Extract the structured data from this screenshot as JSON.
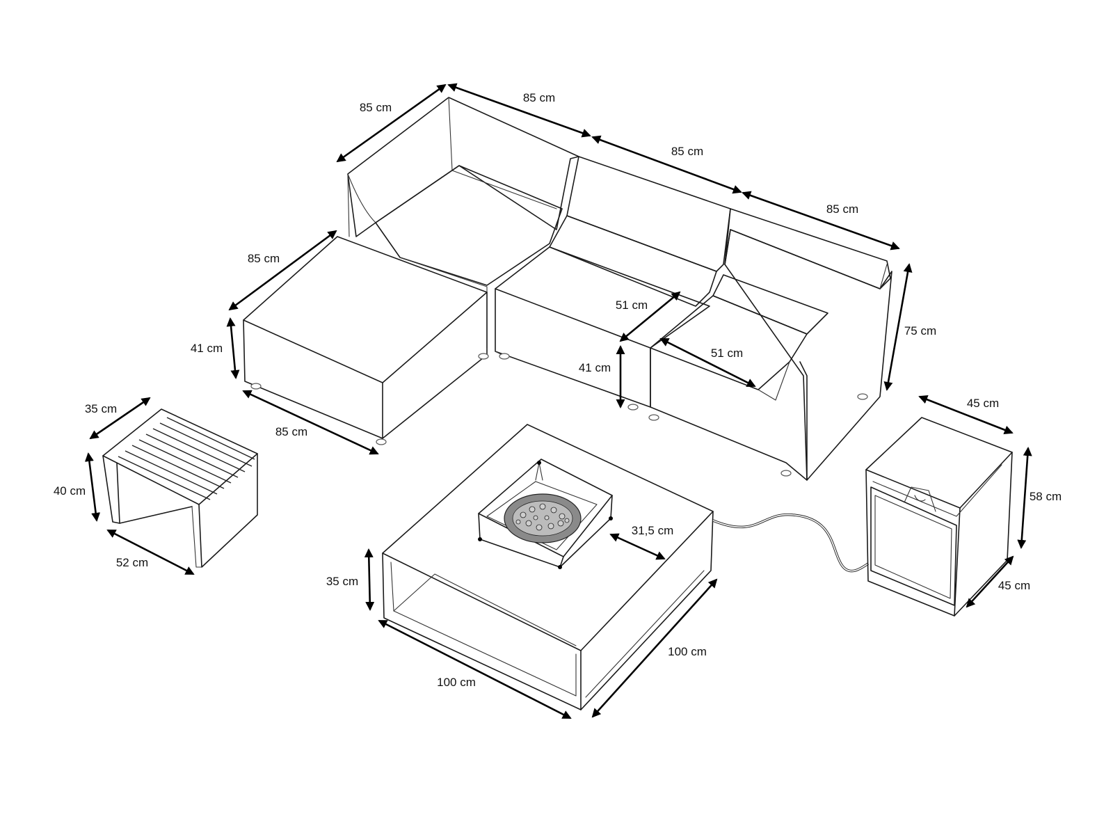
{
  "dimensions": {
    "sofa_back_depth": "85 cm",
    "sofa_corner_width": "85 cm",
    "sofa_middle_width": "85 cm",
    "sofa_end_width": "85 cm",
    "ottoman_depth": "85 cm",
    "ottoman_height": "41 cm",
    "ottoman_width": "85 cm",
    "seat_depth": "51 cm",
    "seat_width": "51 cm",
    "seat_height": "41 cm",
    "sofa_height": "75 cm",
    "side_table_depth": "35 cm",
    "side_table_height": "40 cm",
    "side_table_width": "52 cm",
    "fire_table_height": "35 cm",
    "fire_table_width": "100 cm",
    "fire_table_depth": "100 cm",
    "burner_size": "31,5 cm",
    "tank_cabinet_width": "45 cm",
    "tank_cabinet_height": "58 cm",
    "tank_cabinet_depth": "45 cm"
  }
}
